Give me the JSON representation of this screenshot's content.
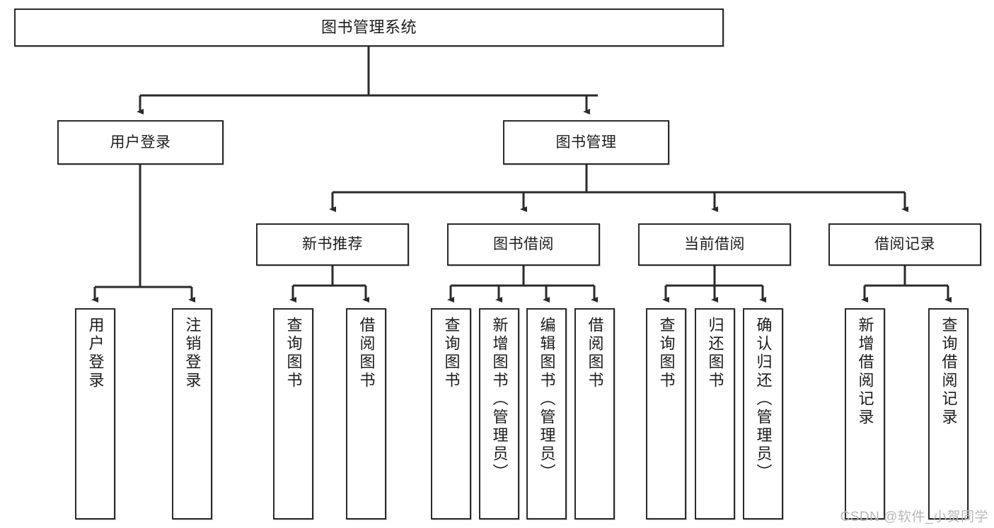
{
  "diagram": {
    "title": "图书管理系统",
    "type": "tree-hierarchy",
    "nodes": {
      "root": {
        "label": "图书管理系统"
      },
      "level2": [
        {
          "id": "user-login",
          "label": "用户登录"
        },
        {
          "id": "book-management",
          "label": "图书管理"
        }
      ],
      "level3": [
        {
          "id": "new-book-recommend",
          "label": "新书推荐"
        },
        {
          "id": "book-borrow",
          "label": "图书借阅"
        },
        {
          "id": "current-borrow",
          "label": "当前借阅"
        },
        {
          "id": "borrow-record",
          "label": "借阅记录"
        }
      ],
      "leaves": [
        {
          "id": "leaf-user-login",
          "label": "用户登录"
        },
        {
          "id": "leaf-logout-login",
          "label": "注销登录"
        },
        {
          "id": "leaf-query-book-1",
          "label": "查询图书"
        },
        {
          "id": "leaf-borrow-book-1",
          "label": "借阅图书"
        },
        {
          "id": "leaf-query-book-2",
          "label": "查询图书"
        },
        {
          "id": "leaf-add-book",
          "label": "新增图书（管理员）"
        },
        {
          "id": "leaf-edit-book",
          "label": "编辑图书（管理员）"
        },
        {
          "id": "leaf-borrow-book-2",
          "label": "借阅图书"
        },
        {
          "id": "leaf-query-book-3",
          "label": "查询图书"
        },
        {
          "id": "leaf-return-book",
          "label": "归还图书"
        },
        {
          "id": "leaf-confirm-return",
          "label": "确认归还（管理员）"
        },
        {
          "id": "leaf-add-record",
          "label": "新增借阅记录"
        },
        {
          "id": "leaf-query-record",
          "label": "查询借阅记录"
        }
      ]
    },
    "watermark": "CSDN @软件_小贺同学",
    "colors": {
      "stroke": "#2b2b2b",
      "fill": "#ffffff",
      "text": "#1c1c1c",
      "watermark": "#b9b9b9"
    }
  }
}
